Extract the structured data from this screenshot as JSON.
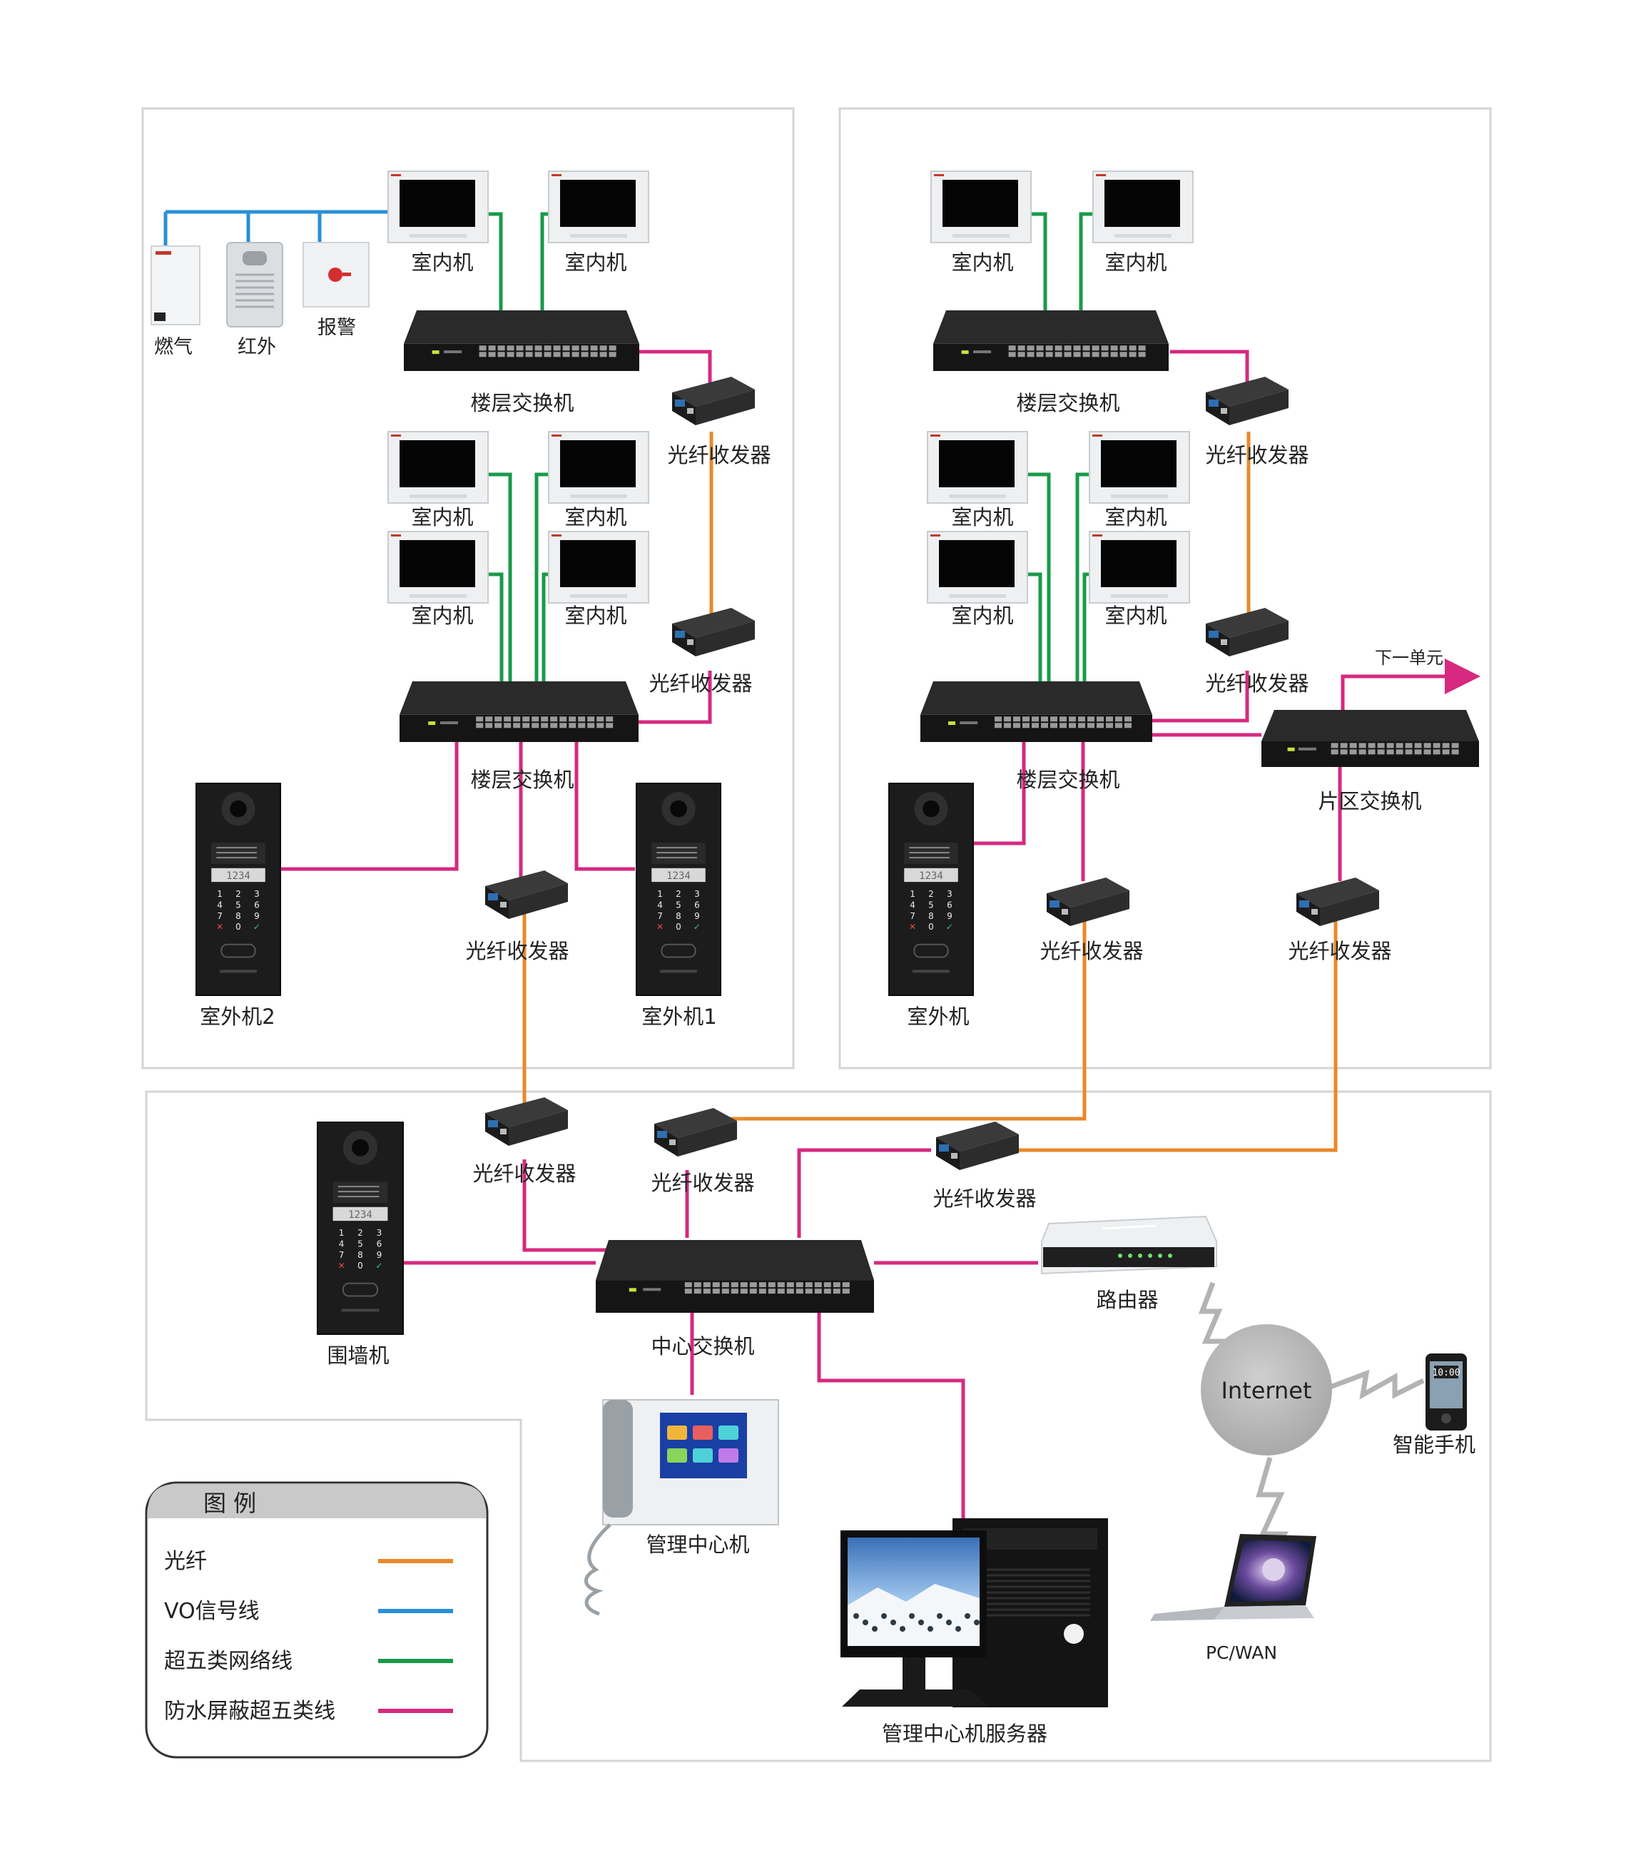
{
  "colors": {
    "fiber": "#e8892b",
    "vo_signal": "#2a8fd6",
    "cat5e": "#1a9a4a",
    "shielded_cat5e": "#d6297f",
    "panel_border": "#d0d0d0",
    "device_dark": "#1c1c1c",
    "internet_bubble": "#b8b8b8"
  },
  "labels": {
    "indoor_unit": "室内机",
    "gas": "燃气",
    "infrared": "红外",
    "alarm": "报警",
    "floor_switch": "楼层交换机",
    "fiber_transceiver": "光纤收发器",
    "outdoor_unit_2": "室外机2",
    "outdoor_unit_1": "室外机1",
    "outdoor_unit": "室外机",
    "next_unit": "下一单元",
    "area_switch": "片区交换机",
    "wall_unit": "围墙机",
    "center_switch": "中心交换机",
    "router": "路由器",
    "internet": "Internet",
    "smartphone": "智能手机",
    "management_center": "管理中心机",
    "management_server": "管理中心机服务器",
    "pc_wan": "PC/WAN"
  },
  "keypad": {
    "code": "1234",
    "keys": [
      "1",
      "2",
      "3",
      "4",
      "5",
      "6",
      "7",
      "8",
      "9",
      "✕",
      "0",
      "✓"
    ]
  },
  "legend": {
    "title": "图 例",
    "items": [
      {
        "label": "光纤",
        "color": "#e8892b"
      },
      {
        "label": "VO信号线",
        "color": "#2a8fd6"
      },
      {
        "label": "超五类网络线",
        "color": "#1a9a4a"
      },
      {
        "label": "防水屏蔽超五类线",
        "color": "#d6297f"
      }
    ]
  },
  "phone_clock": "10:00"
}
